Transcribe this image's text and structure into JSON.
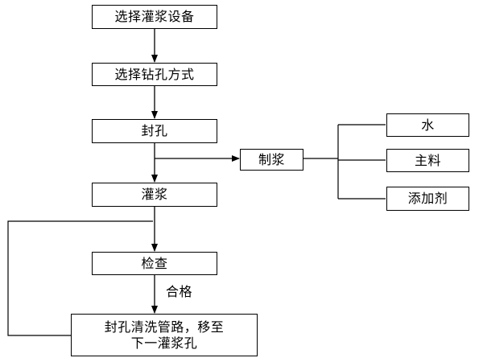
{
  "flowchart": {
    "steps": {
      "select_equipment": "选择灌浆设备",
      "select_drilling": "选择钻孔方式",
      "seal_hole": "封孔",
      "grouting": "灌浆",
      "inspection": "检查",
      "final_line1": "封孔清洗管路，移至",
      "final_line2": "下一灌浆孔"
    },
    "edge_labels": {
      "pass": "合格"
    },
    "slurry": {
      "make_slurry": "制浆",
      "water": "水",
      "main_material": "主料",
      "additive": "添加剂"
    }
  }
}
